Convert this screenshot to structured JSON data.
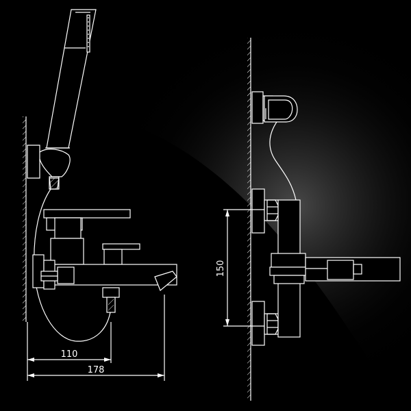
{
  "diagram": {
    "dimensions": {
      "left_short": "110",
      "left_long": "178",
      "right_vertical": "150"
    },
    "colors": {
      "background": "#000000",
      "line": "#ffffff",
      "glow": "#3a3a3a"
    }
  }
}
